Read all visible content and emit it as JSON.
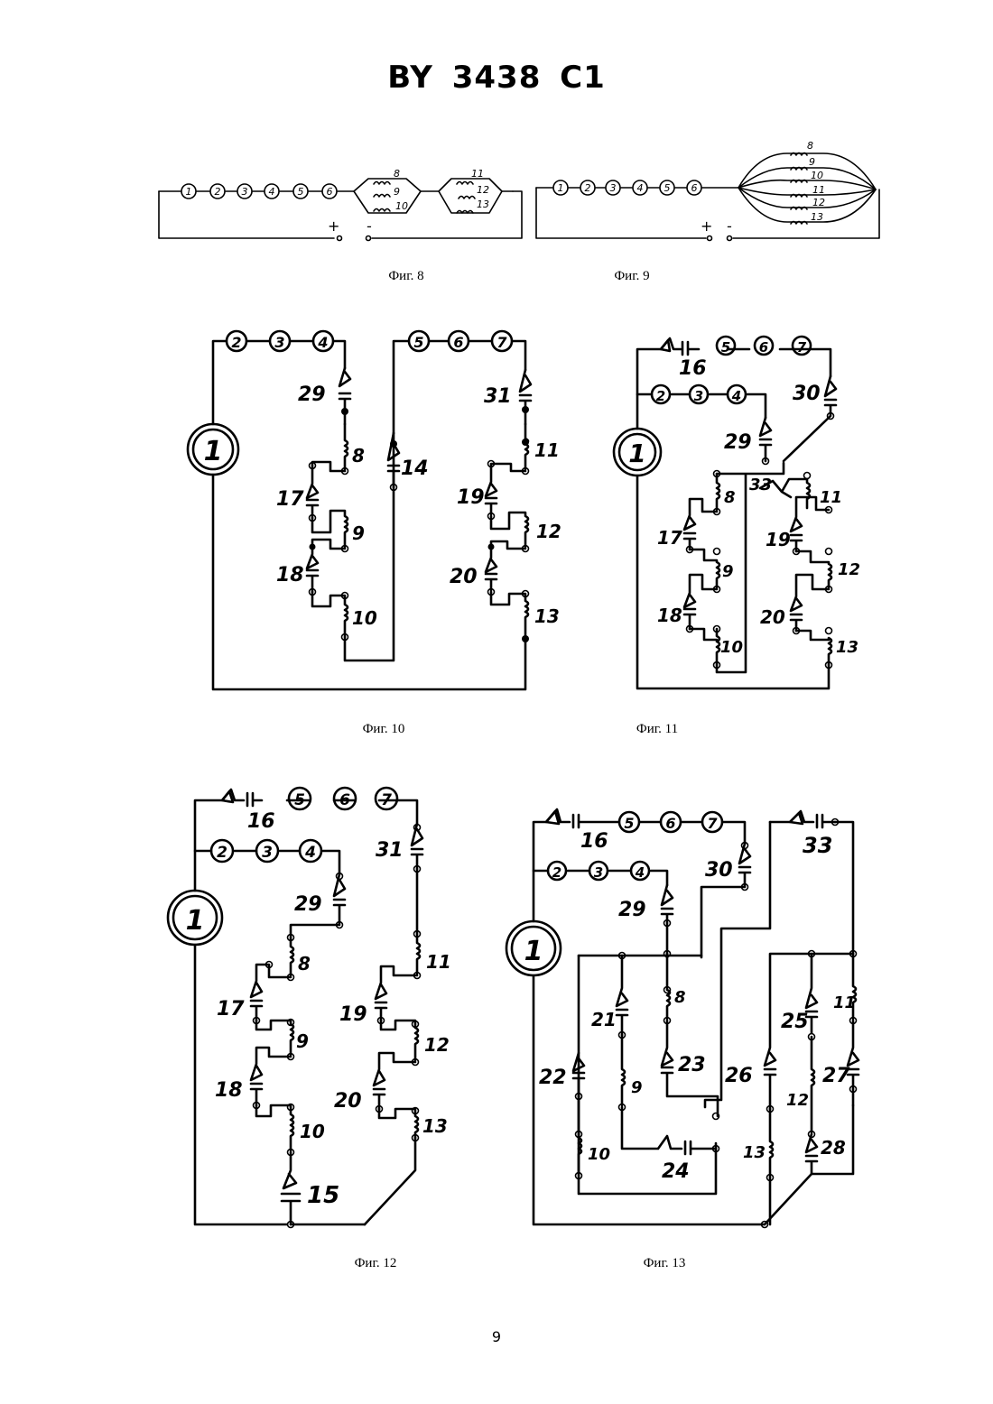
{
  "header": {
    "patent_number": "BY 3438 C1"
  },
  "captions": {
    "fig8": "Фиг. 8",
    "fig9": "Фиг. 9",
    "fig10": "Фиг. 10",
    "fig11": "Фиг. 11",
    "fig12": "Фиг. 12",
    "fig13": "Фиг. 13"
  },
  "figures": {
    "fig8": {
      "lamps": [
        "1",
        "2",
        "3",
        "4",
        "5",
        "6"
      ],
      "group_a": [
        "8",
        "9",
        "10"
      ],
      "group_b": [
        "11",
        "12",
        "13"
      ],
      "terminals": [
        "+",
        "-"
      ]
    },
    "fig9": {
      "lamps": [
        "1",
        "2",
        "3",
        "4",
        "5",
        "6"
      ],
      "coils": [
        "8",
        "9",
        "10",
        "11",
        "12",
        "13"
      ],
      "terminals": [
        "+",
        "-"
      ]
    },
    "fig10": {
      "source": "1",
      "lamps_left": [
        "2",
        "3",
        "4"
      ],
      "lamps_right": [
        "5",
        "6",
        "7"
      ],
      "capacitors": [
        "29",
        "31",
        "14",
        "17",
        "19",
        "18",
        "20"
      ],
      "coils": [
        "8",
        "11",
        "9",
        "12",
        "10",
        "13"
      ]
    },
    "fig11": {
      "source": "1",
      "lamps_top": [
        "5",
        "6",
        "7"
      ],
      "lamps_mid": [
        "2",
        "3",
        "4"
      ],
      "capacitors": [
        "16",
        "30",
        "29",
        "33",
        "17",
        "19",
        "18",
        "20"
      ],
      "coils": [
        "8",
        "11",
        "9",
        "12",
        "10",
        "13"
      ]
    },
    "fig12": {
      "source": "1",
      "lamps_top": [
        "5",
        "6",
        "7"
      ],
      "lamps_mid": [
        "2",
        "3",
        "4"
      ],
      "capacitors": [
        "16",
        "31",
        "29",
        "17",
        "19",
        "18",
        "20",
        "15"
      ],
      "coils": [
        "8",
        "11",
        "9",
        "12",
        "10",
        "13"
      ]
    },
    "fig13": {
      "source": "1",
      "lamps_top": [
        "5",
        "6",
        "7"
      ],
      "lamps_mid": [
        "2",
        "3",
        "4"
      ],
      "capacitors": [
        "16",
        "33",
        "30",
        "29",
        "21",
        "22",
        "23",
        "24",
        "25",
        "26",
        "27",
        "28"
      ],
      "coils": [
        "8",
        "9",
        "10",
        "11",
        "12",
        "13"
      ]
    }
  },
  "page_number": "9"
}
